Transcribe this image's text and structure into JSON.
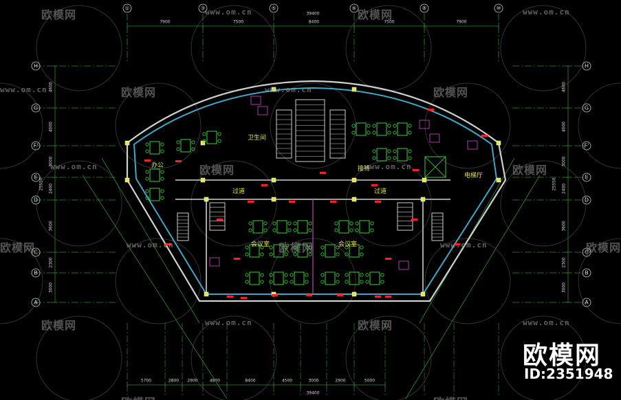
{
  "watermark": {
    "brand": "欧模网",
    "url": "www.om.cn",
    "logo_text": "欧模网",
    "logo_id": "ID:2351948"
  },
  "colors": {
    "background": "#000000",
    "grid": "#2e8b2e",
    "wall": "#d0d0d0",
    "glass": "#3fa7c9",
    "furniture": "#3cd23c",
    "red_mark": "#ff2020",
    "yellow": "#e6e64a",
    "magenta": "#c040c0"
  },
  "plan": {
    "top_axes": [
      "①",
      "③",
      "⑤",
      "⑥",
      "⑧",
      "⑩"
    ],
    "left_axes": [
      "H",
      "G",
      "F'",
      "E",
      "D",
      "C",
      "B",
      "A"
    ],
    "right_axes": [
      "H",
      "G",
      "F'",
      "E",
      "D",
      "C",
      "B",
      "A"
    ],
    "top_dims": [
      "7900",
      "7500",
      "8400",
      "7500",
      "7900"
    ],
    "top_total": "39400",
    "bottom_dims": [
      "5700",
      "2800",
      "2900",
      "4800",
      "8400",
      "4500",
      "3000",
      "2900",
      "5000"
    ],
    "bottom_total": "39400",
    "left_dims": [
      "4600",
      "4000",
      "3000",
      "2400",
      "3600",
      "2300",
      "3000"
    ],
    "left_total": "25550",
    "right_dims": [
      "4600",
      "4000",
      "3000",
      "2400",
      "3600",
      "2300",
      "3000"
    ],
    "right_total": "25550",
    "rooms": {
      "corridor": "过道",
      "restroom": "卫生间",
      "elevator": "电梯厅",
      "office": "办公",
      "reception": "接待",
      "meeting": "会议室"
    }
  }
}
